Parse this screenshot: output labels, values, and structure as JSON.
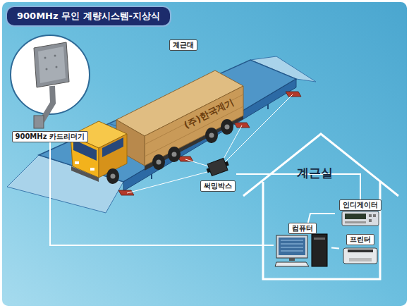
{
  "diagram": {
    "title": "900MHz 무인 계량시스템-지상식",
    "nodes": [
      {
        "text": [
          "900MHz 카드리더기"
        ]
      },
      {
        "text": [
          "써밍박스"
        ]
      },
      {
        "text": [
          "계근실"
        ]
      },
      {
        "text": [
          "인디게이터"
        ],
        "in": 2
      },
      {
        "text": [
          "컴퓨터"
        ],
        "in": 2
      },
      {
        "text": [
          "프린터"
        ],
        "in": 2
      }
    ],
    "edges": [
      {
        "from": 0,
        "to": 4,
        "arrow": "none"
      },
      {
        "from": 1,
        "to": 3,
        "arrow": "none"
      },
      {
        "from": 3,
        "to": 4,
        "arrow": "none"
      },
      {
        "from": 4,
        "to": 5,
        "arrow": "none"
      }
    ],
    "labels": [
      "계근대",
      "(주)한국계기"
    ]
  }
}
